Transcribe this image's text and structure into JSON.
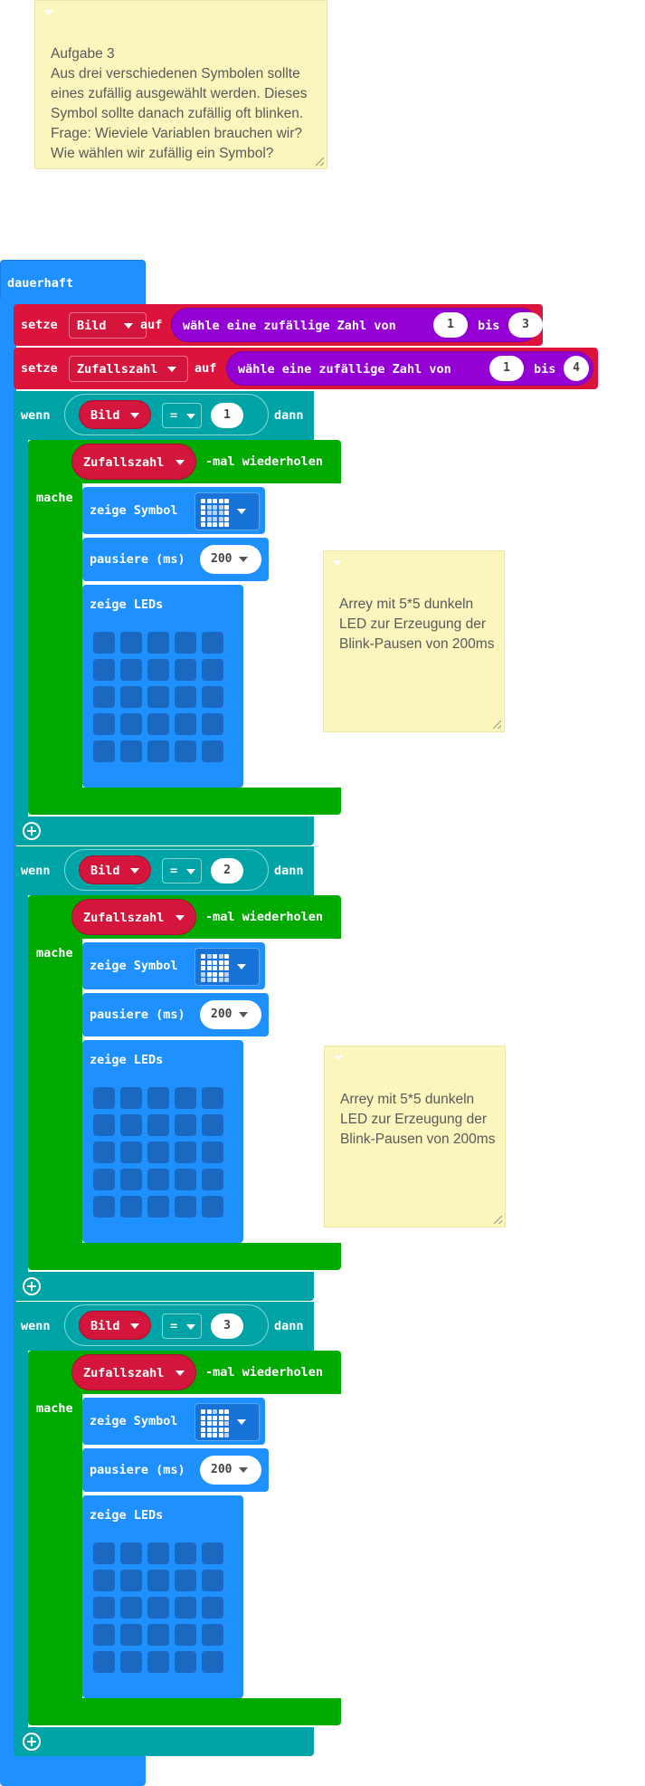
{
  "note_top": {
    "text": "Aufgabe 3\nAus drei verschiedenen Symbolen sollte eines zufällig ausgewählt werden. Dieses Symbol sollte danach zufällig oft blinken.\nFrage: Wieviele Variablen brauchen wir? Wie wählen wir zufällig ein Symbol?"
  },
  "forever": {
    "label": "dauerhaft"
  },
  "set1": {
    "label": "setze",
    "variable": "Bild",
    "to": "auf",
    "random_label": "wähle eine zufällige Zahl von",
    "from": "1",
    "bis": "bis",
    "to_value": "3"
  },
  "set2": {
    "label": "setze",
    "variable": "Zufallszahl",
    "to": "auf",
    "random_label": "wähle eine zufällige Zahl von",
    "from": "1",
    "bis": "bis",
    "to_value": "4"
  },
  "if_blocks": [
    {
      "wenn": "wenn",
      "variable": "Bild",
      "operator": "=",
      "value": "1",
      "dann": "dann",
      "mache": "mache",
      "repeat_var": "Zufallszahl",
      "repeat_label": "-mal wiederholen",
      "show_symbol": "zeige Symbol",
      "pause": "pausiere (ms)",
      "pause_value": "200",
      "show_leds": "zeige LEDs"
    },
    {
      "wenn": "wenn",
      "variable": "Bild",
      "operator": "=",
      "value": "2",
      "dann": "dann",
      "mache": "mache",
      "repeat_var": "Zufallszahl",
      "repeat_label": "-mal wiederholen",
      "show_symbol": "zeige Symbol",
      "pause": "pausiere (ms)",
      "pause_value": "200",
      "show_leds": "zeige LEDs"
    },
    {
      "wenn": "wenn",
      "variable": "Bild",
      "operator": "=",
      "value": "3",
      "dann": "dann",
      "mache": "mache",
      "repeat_var": "Zufallszahl",
      "repeat_label": "-mal wiederholen",
      "show_symbol": "zeige Symbol",
      "pause": "pausiere (ms)",
      "pause_value": "200",
      "show_leds": "zeige LEDs"
    }
  ],
  "note_comment_1": {
    "text": "Arrey mit 5*5 dunkeln LED zur Erzeugung der Blink-Pausen von 200ms"
  },
  "note_comment_2": {
    "text": "Arrey mit 5*5 dunkeln LED zur Erzeugung der Blink-Pausen von 200ms"
  },
  "colors": {
    "events": "#1e90ff",
    "variables": "#dc143c",
    "math": "#9400d3",
    "logic": "#00a4a6",
    "loops": "#00aa00",
    "basic": "#1e90ff"
  },
  "icons": [
    "caret-down-icon",
    "plus-circle-icon",
    "resize-handle-icon",
    "led-icon"
  ]
}
